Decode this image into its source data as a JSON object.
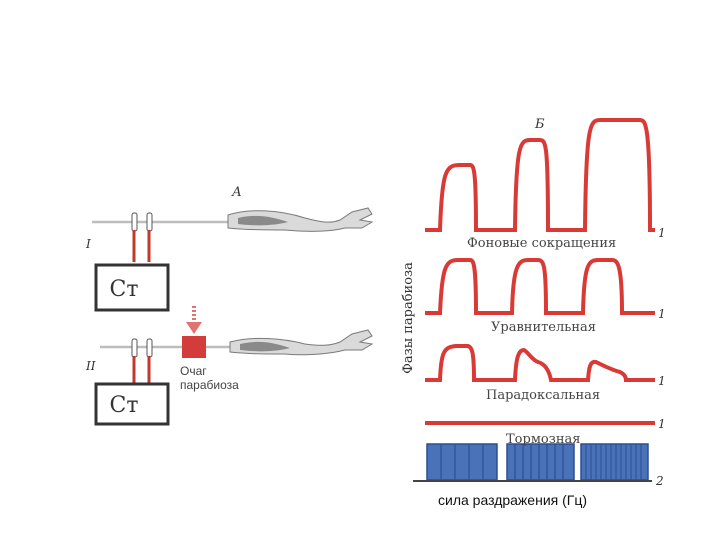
{
  "left": {
    "label_a": "А",
    "label_i": "I",
    "label_ii": "II",
    "stimulator_top": "Ст",
    "stimulator_bottom": "Ст",
    "focus_line1": "Очаг",
    "focus_line2": "парабиоза"
  },
  "right": {
    "label_b": "Б",
    "vertical_label": "Фазы парабиоза",
    "phases": [
      {
        "name": "Фоновые сокращения",
        "marker": "1"
      },
      {
        "name": "Уравнительная",
        "marker": "1"
      },
      {
        "name": "Парадоксальная",
        "marker": "1"
      },
      {
        "name": "Тормозная",
        "marker": "1"
      }
    ],
    "stim_marker": "2",
    "xlabel": "сила  раздражения (Гц)"
  },
  "colors": {
    "trace": "#d93a36",
    "electrode": "#c0392b",
    "focus_box": "#d43c3c",
    "stim_fill": "#4a72b8",
    "stim_line": "#2b4f93",
    "nerve": "#bdbdbd",
    "muscle": "#7a7a7a"
  }
}
